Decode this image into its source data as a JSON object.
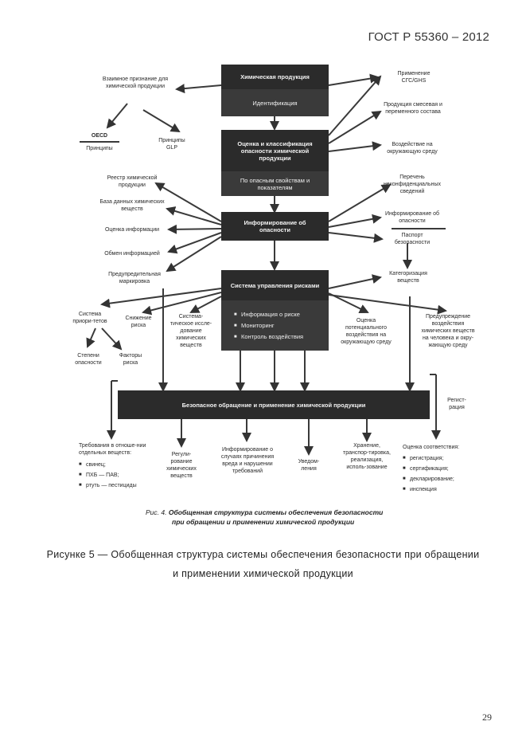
{
  "header": {
    "standard": "ГОСТ Р 55360 – 2012"
  },
  "diagram": {
    "chem_product": "Химическая продукция",
    "identification": "Идентификация",
    "assessment": "Оценка и классификация опасности химической продукции",
    "by_properties": "По опасным свойствам и показателям",
    "informing": "Информирование об опасности",
    "risk_mgmt": "Система управления рисками",
    "risk_items": [
      "Информация о риске",
      "Мониторинг",
      "Контроль воздействия"
    ],
    "safe_handling": "Безопасное обращение и применение химической продукции",
    "mutual_recognition": "Взаимное признание для химической продукции",
    "oecd": "OECD",
    "principles": "Принципы",
    "glp": "Принципы GLP",
    "ghs": "Применение СГС/GHS",
    "mixtures": "Продукция смесевая и переменного состава",
    "env_impact": "Воздействие на окружающую среду",
    "nonconf": "Перечень неконфиденциальных сведений",
    "info_hazard": "Информирование об опасности",
    "passport": "Паспорт безопасности",
    "categorization": "Категоризация веществ",
    "registry": "Реестр химической продукции",
    "db": "База данных химических веществ",
    "info_eval": "Оценка информации",
    "info_exchange": "Обмен информацией",
    "warning_label": "Предупредительная маркировка",
    "priority_sys": "Система приори-тетов",
    "risk_reduction": "Снижение риска",
    "systematic": "Система-тическое иссле-дование химических веществ",
    "potential": "Оценка потенциального воздействия на окружающую среду",
    "warning_human": "Предупреждение воздействия химических веществ на человека и окру-жающую среду",
    "hazard_degrees": "Степени опасности",
    "risk_factors": "Факторы риска",
    "registration": "Регист-рация",
    "req_title": "Требования в отноше-нии отдельных веществ:",
    "req_items": [
      "свинец;",
      "ПХБ — ПАВ;",
      "ртуть — пестициды"
    ],
    "regulation": "Регули-рование химических веществ",
    "harm_info": "Информирование о случаях причинения вреда и нарушении требований",
    "notification": "Уведом-ления",
    "storage": "Хранение, транспор-тировка, реализация, исполь-зование",
    "conformity_title": "Оценка соответствия:",
    "conformity_items": [
      "регистрация;",
      "сертификация;",
      "декларирование;",
      "инспекция"
    ]
  },
  "inner_caption": {
    "prefix": "Рис. 4.",
    "line1": "Обобщенная структура системы обеспечения безопасности",
    "line2": "при обращении и применении химической продукции"
  },
  "figure_caption": {
    "line1": "Рисунке 5 — Обобщенная структура системы обеспечения безопасности при обращении",
    "line2": "и применении химической продукции"
  },
  "page_number": "29"
}
